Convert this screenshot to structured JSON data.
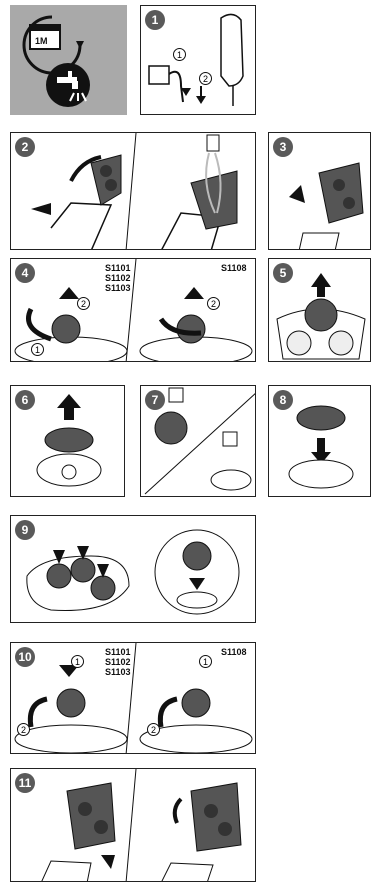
{
  "cleaning": {
    "interval_label": "1M"
  },
  "steps": [
    {
      "n": "1",
      "subs": [
        "1",
        "2"
      ]
    },
    {
      "n": "2"
    },
    {
      "n": "3"
    },
    {
      "n": "4",
      "subs": [
        "1",
        "2"
      ],
      "models_left": [
        "S1101",
        "S1102",
        "S1103"
      ],
      "models_right": [
        "S1108"
      ],
      "subs_right": [
        "2"
      ]
    },
    {
      "n": "5"
    },
    {
      "n": "6"
    },
    {
      "n": "7"
    },
    {
      "n": "8"
    },
    {
      "n": "9"
    },
    {
      "n": "10",
      "subs": [
        "1",
        "2"
      ],
      "models_left": [
        "S1101",
        "S1102",
        "S1103"
      ],
      "models_right": [
        "S1108"
      ],
      "subs_right": [
        "1",
        "2"
      ]
    },
    {
      "n": "11"
    }
  ],
  "icons": [
    "calendar-icon",
    "faucet-icon",
    "arrow-icon",
    "shaver-icon"
  ],
  "colors": {
    "badge": "#5a5a5a",
    "panel_gray": "#a9a9a9",
    "water": "#ffffff"
  }
}
